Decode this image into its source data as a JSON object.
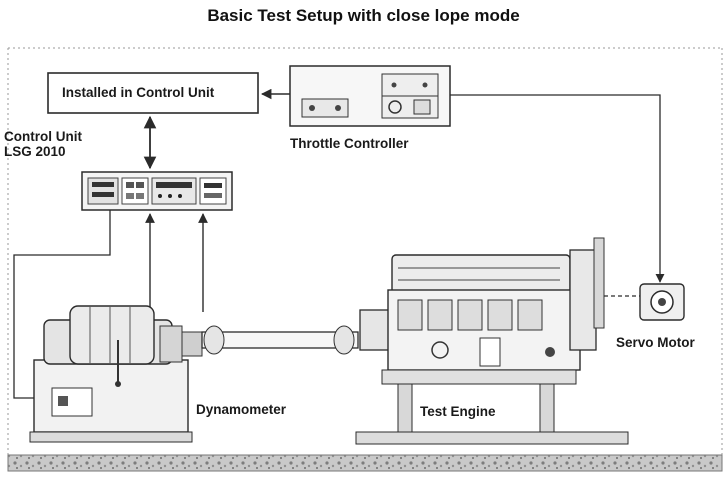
{
  "title": "Basic Test Setup with close lope mode",
  "labels": {
    "installed": "Installed in Control Unit",
    "throttle": "Throttle Controller",
    "control_unit_line1": "Control Unit",
    "control_unit_line2": "LSG 2010",
    "dynamometer": "Dynamometer",
    "test_engine": "Test Engine",
    "servo_motor": "Servo Motor"
  },
  "colors": {
    "line": "#2b2b2b",
    "panel": "#f4f4f4",
    "fill_gray": "#d8d8d8",
    "floor": "#9a9a9a"
  }
}
